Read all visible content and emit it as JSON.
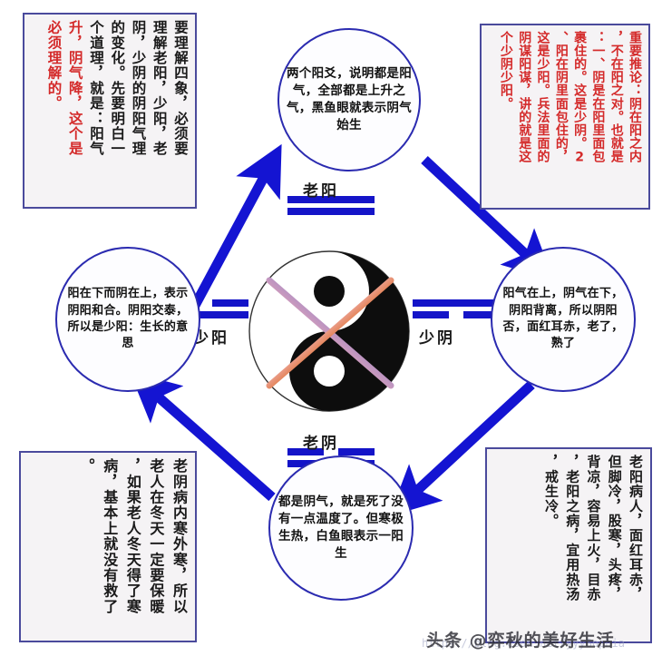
{
  "notes": {
    "top_left": {
      "name": "note-top-left",
      "columns": [
        {
          "text": "要理解四象，必须要",
          "color": "black"
        },
        {
          "text": "理解老阳，少阳，老",
          "color": "black"
        },
        {
          "text": "阴，少阴的阴阳气理",
          "color": "black"
        },
        {
          "text": "的变化。先要明白一",
          "color": "black"
        },
        {
          "text": "个道理，就是：阳气",
          "color": "black"
        },
        {
          "text": "升，阴气降，这个是",
          "color": "red"
        },
        {
          "text": "必须理解的。",
          "color": "red"
        }
      ]
    },
    "top_right": {
      "name": "note-top-right",
      "columns": [
        {
          "text": "重要推论：阴在阳之内",
          "color": "red"
        },
        {
          "text": "，不在阳之对。也就是",
          "color": "red"
        },
        {
          "text": "：一、阴是在阳里面包",
          "color": "red"
        },
        {
          "text": "裹住的。这是少阴。2",
          "color": "red"
        },
        {
          "text": "、阳在阴里面包住的，",
          "color": "red"
        },
        {
          "text": "这是少阳。兵法里面的",
          "color": "red"
        },
        {
          "text": "阴谋阳谋，讲的就是这",
          "color": "red"
        },
        {
          "text": "个少阴少阳。",
          "color": "red"
        }
      ]
    },
    "bottom_left": {
      "name": "note-bottom-left",
      "columns": [
        {
          "text": "老阴病内寒外寒，所以",
          "color": "black"
        },
        {
          "text": "老人在冬天一定要保暖",
          "color": "black"
        },
        {
          "text": "，如果老人冬天得了寒",
          "color": "black"
        },
        {
          "text": "病，基本上就没有救了",
          "color": "black"
        },
        {
          "text": "。",
          "color": "black"
        }
      ]
    },
    "bottom_right": {
      "name": "note-bottom-right",
      "columns": [
        {
          "text": "老阳病人，面红耳赤，",
          "color": "black"
        },
        {
          "text": "但脚冷，股寒，头疼，",
          "color": "black"
        },
        {
          "text": "背凉，容易上火，目赤",
          "color": "black"
        },
        {
          "text": "，老阳之病，宜用热汤",
          "color": "black"
        },
        {
          "text": "，戒生冷。",
          "color": "black"
        }
      ]
    }
  },
  "circles": {
    "top": {
      "label": "老阳",
      "text": "两个阳爻，说明都是阳气，全部都是上升之气，黑鱼眼就表示阴气始生"
    },
    "right": {
      "label": "少阴",
      "text": "阳气在上，阴气在下，阴阳背离，所以阴阳否，面红耳赤，老了，熟了"
    },
    "left": {
      "label": "少阳",
      "text": "阳在下而阴在上，表示阴阳和合。阴阳交泰，所以是少阳：生长的意思"
    },
    "bottom": {
      "label": "老阴",
      "text": "都是阴气，就是死了没有一点温度了。但寒极生热，白鱼眼表示一阳生"
    }
  },
  "bigrams": {
    "top": {
      "name": "laoyang",
      "label": "老阳",
      "lines": [
        "solid",
        "solid"
      ]
    },
    "left": {
      "name": "shaoyang",
      "label": "少阳",
      "lines": [
        "broken",
        "solid"
      ]
    },
    "right": {
      "name": "shaoyin",
      "label": "少阴",
      "lines": [
        "solid",
        "broken"
      ]
    },
    "bottom": {
      "name": "laoyin",
      "label": "老阴",
      "lines": [
        "broken",
        "broken"
      ]
    }
  },
  "diagram": {
    "center_symbol": "taiji-yinyang",
    "arrow_color": "#1414d2",
    "line_color": "#1414c8",
    "box_border_color": "#4a4a9c",
    "circle_border_color": "#2b2bb0",
    "red_text_color": "#d42a2a"
  },
  "watermark": {
    "headline": "头条 @弈秋的美好生活",
    "url": "https://blog.csdn.net/yyySophia"
  }
}
